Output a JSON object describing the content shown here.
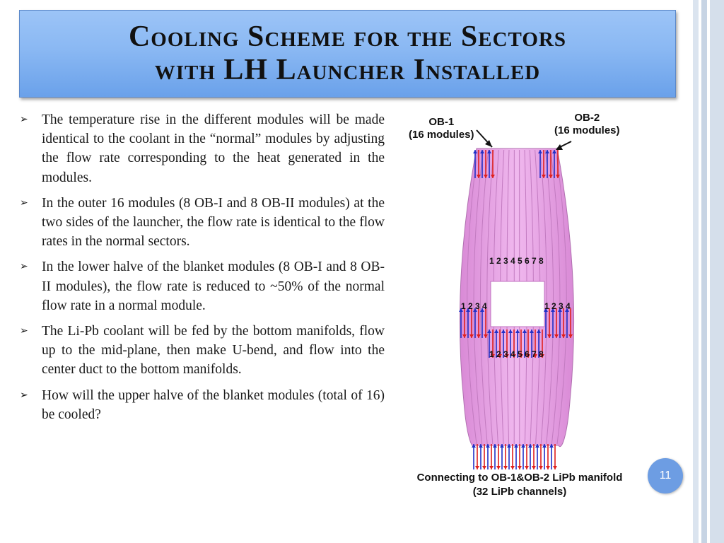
{
  "slide": {
    "title_line1": "Cooling Scheme for the Sectors",
    "title_line2": "with LH Launcher Installed",
    "page_number": "11"
  },
  "bullets": [
    {
      "text": "The temperature rise in the different modules will be made identical to the coolant in the “normal” modules by adjusting the flow rate corresponding to the heat generated in the modules."
    },
    {
      "text": "In the outer 16 modules (8 OB-I and 8 OB-II modules) at the two sides of the launcher, the flow rate is identical to the flow rates in the normal sectors."
    },
    {
      "text": "In the lower halve of the blanket modules (8 OB-I and 8 OB-II modules), the flow rate is reduced to ~50% of the normal flow rate in a normal module."
    },
    {
      "text": "The Li-Pb coolant will be fed by the bottom manifolds, flow up to the mid-plane, then make U-bend, and flow into the center duct to the bottom manifolds."
    },
    {
      "text": "How will the upper halve of the blanket modules (total of 16) be cooled?"
    }
  ],
  "bullet_marker": "➢",
  "figure": {
    "ob1_label": "OB-1",
    "ob1_sub": "(16 modules)",
    "ob2_label": "OB-2",
    "ob2_sub": "(16 modules)",
    "top_numbers": "1 2 3 4 5 6 7 8",
    "left_numbers": "1 2 3 4",
    "right_numbers": "1 2 3 4",
    "bottom_numbers": "1 2 3 4 5 6 7 8",
    "caption_line1": "Connecting to OB-1&OB-2 LiPb manifold",
    "caption_line2": "(32 LiPb channels)"
  },
  "colors": {
    "title_bg": "#8ab8f3",
    "module_pink": "#e7a3e4",
    "arrow_red": "#e0201c",
    "arrow_blue": "#2030c8",
    "page_badge": "#6d9de3"
  }
}
